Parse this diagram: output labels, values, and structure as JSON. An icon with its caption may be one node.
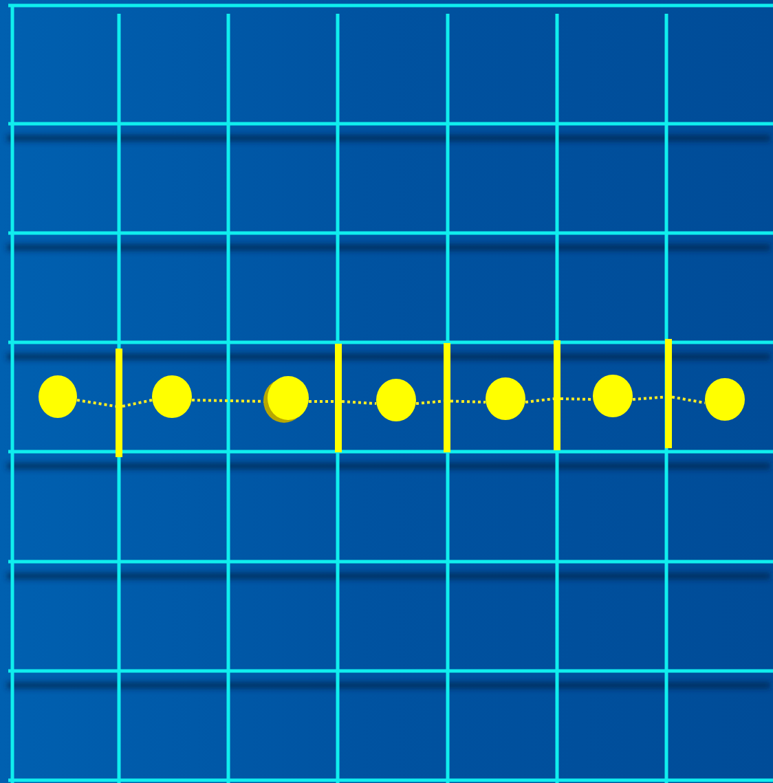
{
  "diagram": {
    "nodes": [
      {
        "text": [],
        "shape": "circle"
      },
      {
        "text": [],
        "shape": "bar"
      },
      {
        "text": [],
        "shape": "circle"
      },
      {
        "text": [],
        "shape": "circle"
      },
      {
        "text": [],
        "shape": "bar"
      },
      {
        "text": [],
        "shape": "circle"
      },
      {
        "text": [],
        "shape": "bar"
      },
      {
        "text": [],
        "shape": "circle"
      },
      {
        "text": [],
        "shape": "bar"
      },
      {
        "text": [],
        "shape": "circle"
      },
      {
        "text": [],
        "shape": "bar"
      },
      {
        "text": [],
        "shape": "circle"
      }
    ],
    "edges": [
      {
        "from": 0,
        "to": 1,
        "arrow": "none",
        "style": "dashed"
      },
      {
        "from": 1,
        "to": 2,
        "arrow": "none",
        "style": "dashed"
      },
      {
        "from": 2,
        "to": 3,
        "arrow": "none",
        "style": "dashed"
      },
      {
        "from": 3,
        "to": 4,
        "arrow": "none",
        "style": "dashed"
      },
      {
        "from": 4,
        "to": 5,
        "arrow": "none",
        "style": "dashed"
      },
      {
        "from": 5,
        "to": 6,
        "arrow": "none",
        "style": "dashed"
      },
      {
        "from": 6,
        "to": 7,
        "arrow": "none",
        "style": "dashed"
      },
      {
        "from": 7,
        "to": 8,
        "arrow": "none",
        "style": "dashed"
      },
      {
        "from": 8,
        "to": 9,
        "arrow": "none",
        "style": "dashed"
      },
      {
        "from": 9,
        "to": 10,
        "arrow": "none",
        "style": "dashed"
      },
      {
        "from": 10,
        "to": 11,
        "arrow": "none",
        "style": "dashed"
      }
    ]
  }
}
